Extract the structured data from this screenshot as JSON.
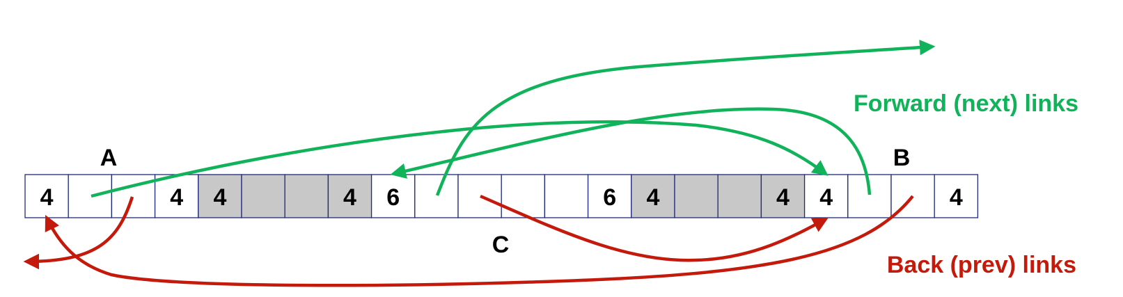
{
  "cells": [
    {
      "label": "4",
      "shaded": false
    },
    {
      "label": "",
      "shaded": false
    },
    {
      "label": "",
      "shaded": false
    },
    {
      "label": "4",
      "shaded": false
    },
    {
      "label": "4",
      "shaded": true
    },
    {
      "label": "",
      "shaded": true
    },
    {
      "label": "",
      "shaded": true
    },
    {
      "label": "4",
      "shaded": true
    },
    {
      "label": "6",
      "shaded": false
    },
    {
      "label": "",
      "shaded": false
    },
    {
      "label": "",
      "shaded": false
    },
    {
      "label": "",
      "shaded": false
    },
    {
      "label": "",
      "shaded": false
    },
    {
      "label": "6",
      "shaded": false
    },
    {
      "label": "4",
      "shaded": true
    },
    {
      "label": "",
      "shaded": true
    },
    {
      "label": "",
      "shaded": true
    },
    {
      "label": "4",
      "shaded": true
    },
    {
      "label": "4",
      "shaded": false
    },
    {
      "label": "",
      "shaded": false
    },
    {
      "label": "",
      "shaded": false
    },
    {
      "label": "4",
      "shaded": false
    }
  ],
  "markers": {
    "a": "A",
    "b": "B",
    "c": "C"
  },
  "legend": {
    "forward": "Forward (next) links",
    "back": "Back (prev) links"
  },
  "colors": {
    "forward": "#10b25a",
    "back": "#c41a0c",
    "shaded": "#c8c8c8",
    "border": "#1f2a7a"
  }
}
